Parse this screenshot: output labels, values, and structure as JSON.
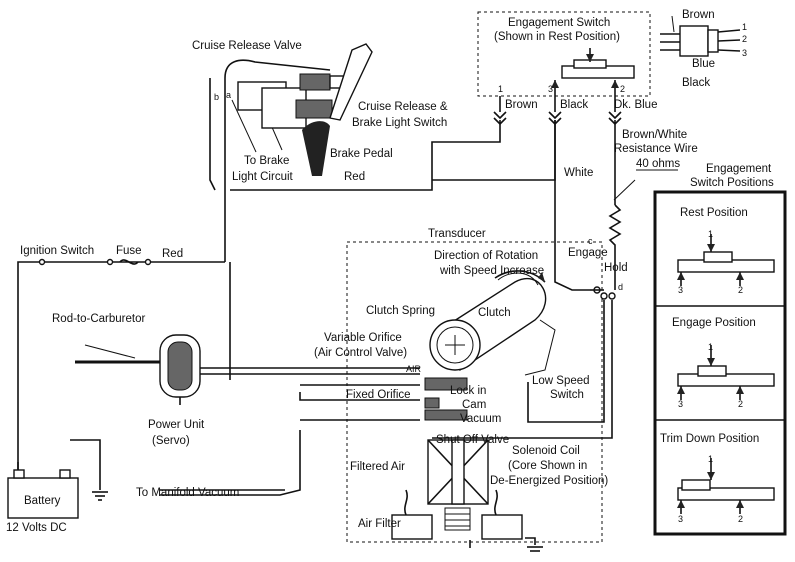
{
  "labels": {
    "cruise_release_valve": "Cruise Release Valve",
    "cruise_release_brake_switch_1": "Cruise Release &",
    "cruise_release_brake_switch_2": "Brake Light Switch",
    "to_brake_light_1": "To Brake",
    "to_brake_light_2": "Light Circuit",
    "brake_pedal": "Brake Pedal",
    "red_upper": "Red",
    "ignition_switch": "Ignition Switch",
    "fuse": "Fuse",
    "red_lower": "Red",
    "rod_to_carburetor": "Rod-to-Carburetor",
    "power_unit_1": "Power Unit",
    "power_unit_2": "(Servo)",
    "battery": "Battery",
    "battery_volts": "12 Volts DC",
    "to_manifold_vacuum": "To Manifold Vacuum",
    "transducer": "Transducer",
    "direction_rotation_1": "Direction of Rotation",
    "direction_rotation_2": "with Speed Increase",
    "clutch_spring": "Clutch Spring",
    "clutch": "Clutch",
    "variable_orifice_1": "Variable Orifice",
    "variable_orifice_2": "(Air Control Valve)",
    "fixed_orifice": "Fixed Orifice",
    "lock_in_1": "Lock in",
    "lock_in_2": "Cam",
    "lock_in_3": "Vacuum",
    "low_speed_1": "Low Speed",
    "low_speed_2": "Switch",
    "shut_off_valve": "Shut Off Valve",
    "solenoid_1": "Solenoid Coil",
    "solenoid_2": "(Core Shown in",
    "solenoid_3": "De-Energized Position)",
    "filtered_air": "Filtered Air",
    "air_filter": "Air Filter",
    "air": "AIR",
    "engagement_switch_1": "Engagement Switch",
    "engagement_switch_2": "(Shown in Rest Position)",
    "wire_brown": "Brown",
    "wire_black": "Black",
    "wire_dk_blue": "Dk. Blue",
    "wire_white": "White",
    "resistance_1": "Brown/White",
    "resistance_2": "Resistance Wire",
    "resistance_3": "40 ohms",
    "engage": "Engage",
    "hold": "Hold",
    "plug_brown": "Brown",
    "plug_blue": "Blue",
    "plug_black": "Black",
    "positions_title_1": "Engagement",
    "positions_title_2": "Switch Positions",
    "rest_position": "Rest Position",
    "engage_position": "Engage Position",
    "trim_down_position": "Trim Down Position",
    "pin1": "1",
    "pin2": "2",
    "pin3": "3",
    "b": "b",
    "a": "a",
    "c": "c",
    "d": "d"
  }
}
